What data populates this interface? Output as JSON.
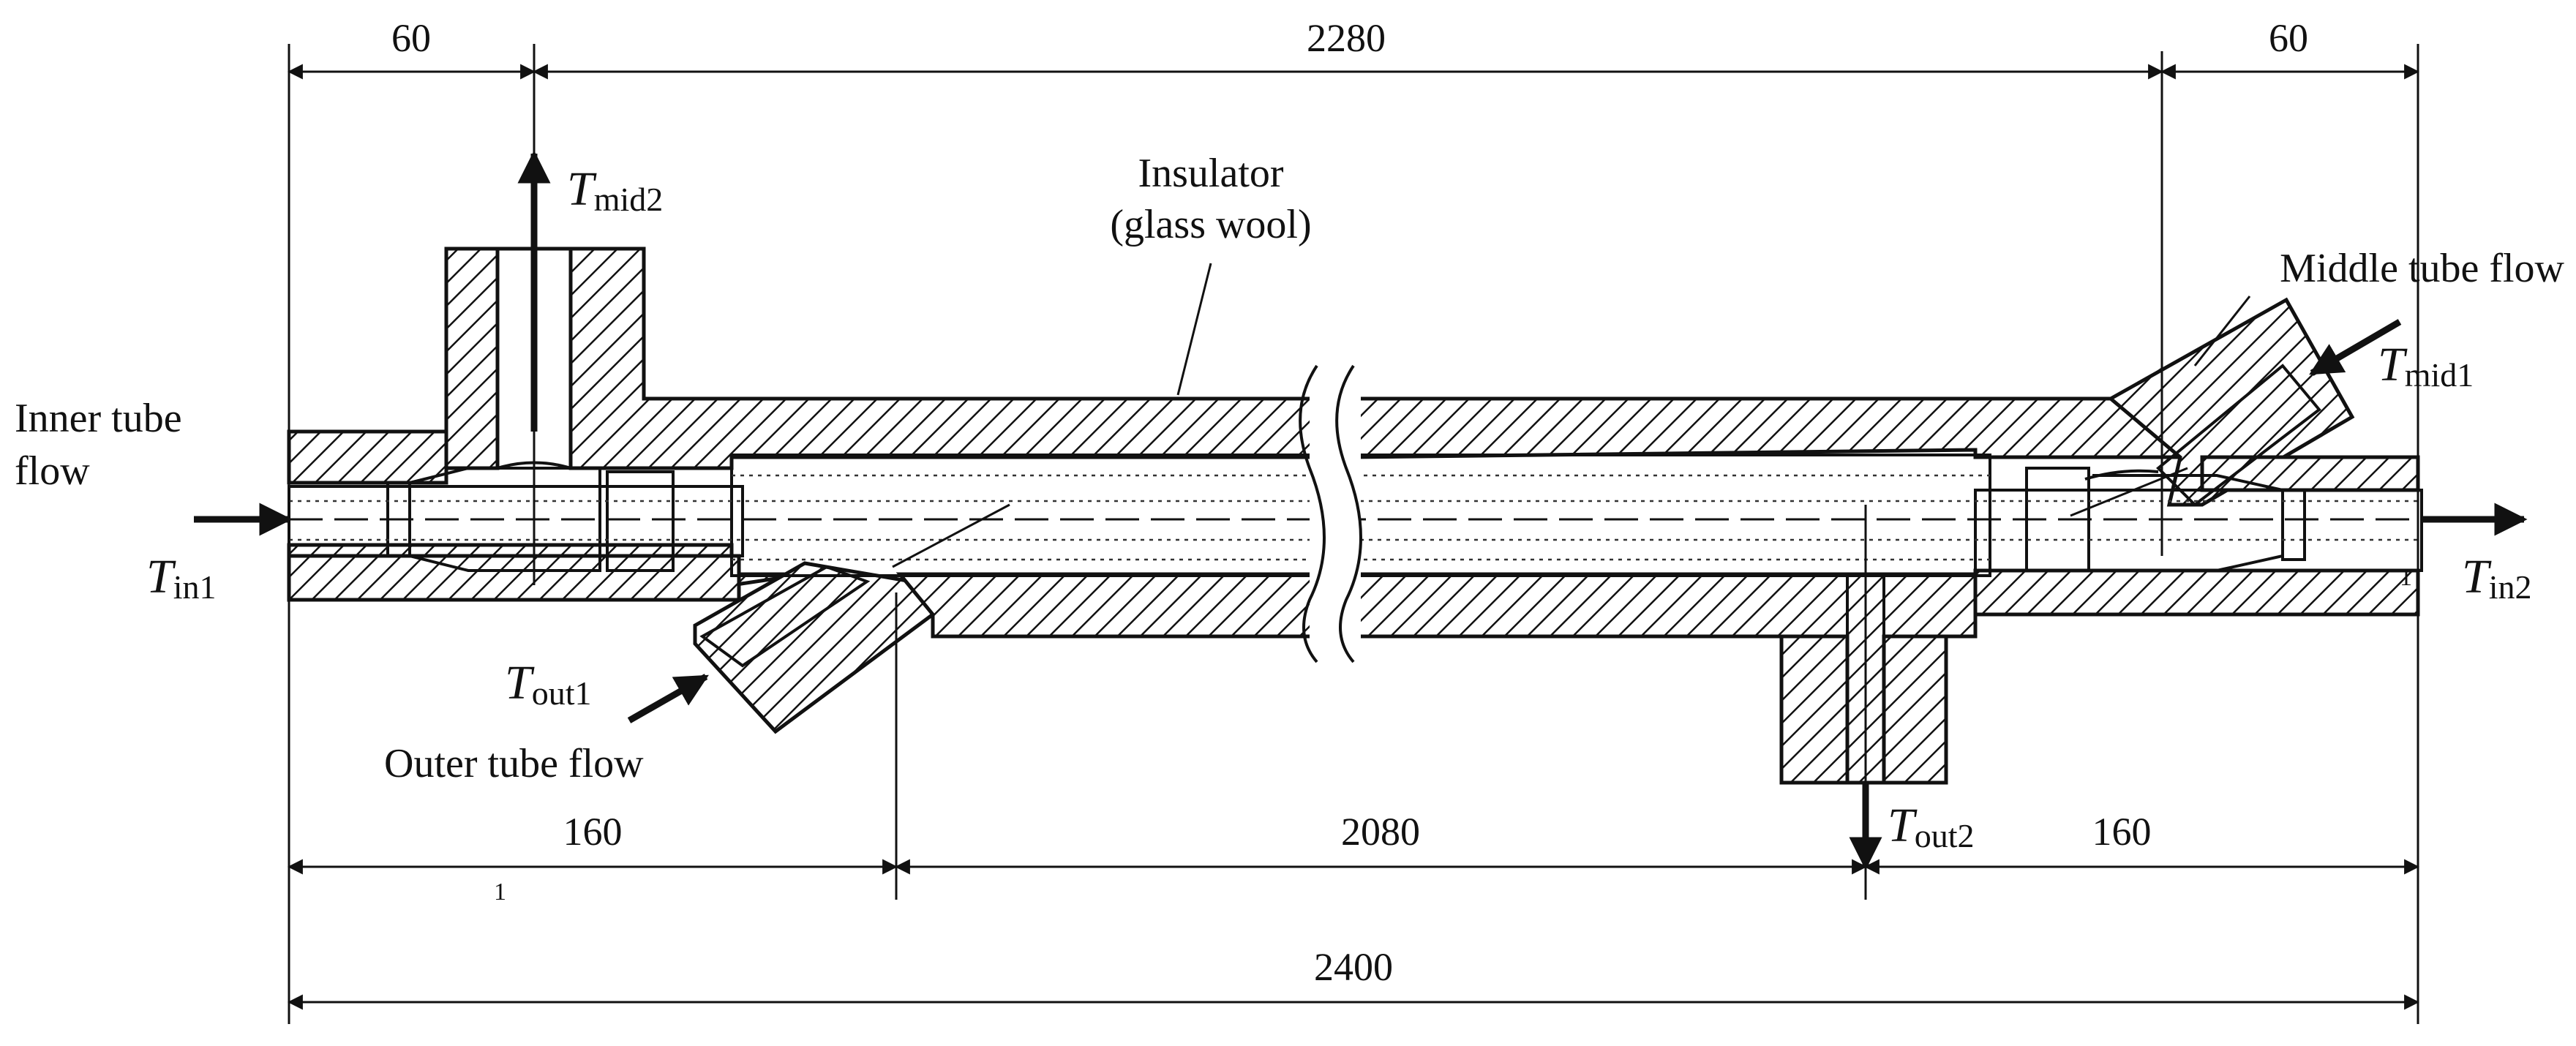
{
  "dimensions": {
    "top_left": "60",
    "top_middle": "2280",
    "top_right": "60",
    "bottom_left": "160",
    "bottom_middle": "2080",
    "bottom_right": "160",
    "overall": "2400"
  },
  "labels": {
    "insulator_line1": "Insulator",
    "insulator_line2": "(glass wool)",
    "middle_tube_flow": "Middle tube flow",
    "inner_tube_flow_line1": "Inner tube",
    "inner_tube_flow_line2": "flow",
    "outer_tube_flow": "Outer tube flow"
  },
  "symbols": {
    "t_mid2": {
      "main": "T",
      "sub": "mid2"
    },
    "t_mid1": {
      "main": "T",
      "sub": "mid1"
    },
    "t_in1": {
      "main": "T",
      "sub": "in1"
    },
    "t_in2": {
      "main": "T",
      "sub": "in2"
    },
    "t_out1": {
      "main": "T",
      "sub": "out1"
    },
    "t_out2": {
      "main": "T",
      "sub": "out2"
    }
  },
  "stray_marks": [
    "1",
    "1"
  ]
}
